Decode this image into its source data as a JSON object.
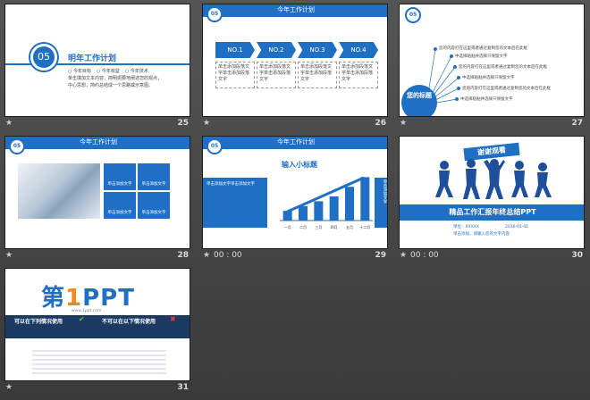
{
  "colors": {
    "accent": "#1f6fc5",
    "background": "#444444",
    "slide": "#ffffff"
  },
  "slides": [
    {
      "num": "25",
      "badge": "05",
      "title": "明年工作计划",
      "bullets": [
        "○ 今年目标",
        "○ 今年收益",
        "○ 今年技术"
      ],
      "text1": "单击填加文本内容，简明扼要地阐述您的观点，",
      "text2": "中心思想，简约总结成一个思路或示意图。"
    },
    {
      "num": "26",
      "title": "今年工作计划",
      "badge": "05",
      "steps": [
        "NO.1",
        "NO.2",
        "NO.3",
        "NO.4"
      ],
      "step_text": [
        "单击添加段落文字单击添加段落文字",
        "单击添加段落文字单击添加段落文字",
        "单击添加段落文字单击添加段落文字",
        "单击添加段落文字单击添加段落文字"
      ]
    },
    {
      "num": "27",
      "badge": "05",
      "center_label": "您的标题",
      "lines": [
        "您的内容打在这里或者通过复制您的文本后在此框",
        "中选择粘贴并选择只保留文字",
        "您的内容打在这里或者通过复制您的文本后在此框",
        "中选择粘贴并选择只保留文字",
        "您的内容打在这里或者通过复制您的文本后在此框",
        "中选择粘贴并选择只保留文字"
      ]
    },
    {
      "num": "28",
      "title": "今年工作计划",
      "badge": "05",
      "tiles": [
        "单击添加文字",
        "单击添加文字",
        "单击添加文字",
        "单击添加文字"
      ]
    },
    {
      "num": "29",
      "time": "00 : 00",
      "title": "今年工作计划",
      "badge": "05",
      "input_title": "输入小标题",
      "side_text": "单击添加文字单击添加文字",
      "arrow_label": "单击添加文字",
      "right_text": "单击添加文字"
    },
    {
      "num": "30",
      "time": "00 : 00",
      "banner": "谢谢观看",
      "title": "精品工作汇报年终总结PPT",
      "footer_left": "单位：XXXXX",
      "footer_right": "2016-01-01",
      "sub": "单击添加，请输入您的文字内容"
    },
    {
      "num": "31",
      "logo_a": "第",
      "logo_b": "1",
      "logo_c": "PPT",
      "url": "www.1ppt.com",
      "left_head": "可以在下列情况使用",
      "right_head": "不可以在以下情况使用"
    }
  ],
  "chart_data": {
    "type": "bar",
    "categories": [
      "一月",
      "二月",
      "三月",
      "四月",
      "五月",
      "十二月"
    ],
    "values": [
      2,
      3,
      4,
      5,
      7,
      9
    ],
    "ylim": [
      0,
      10
    ]
  },
  "icons": {
    "star": "★"
  }
}
